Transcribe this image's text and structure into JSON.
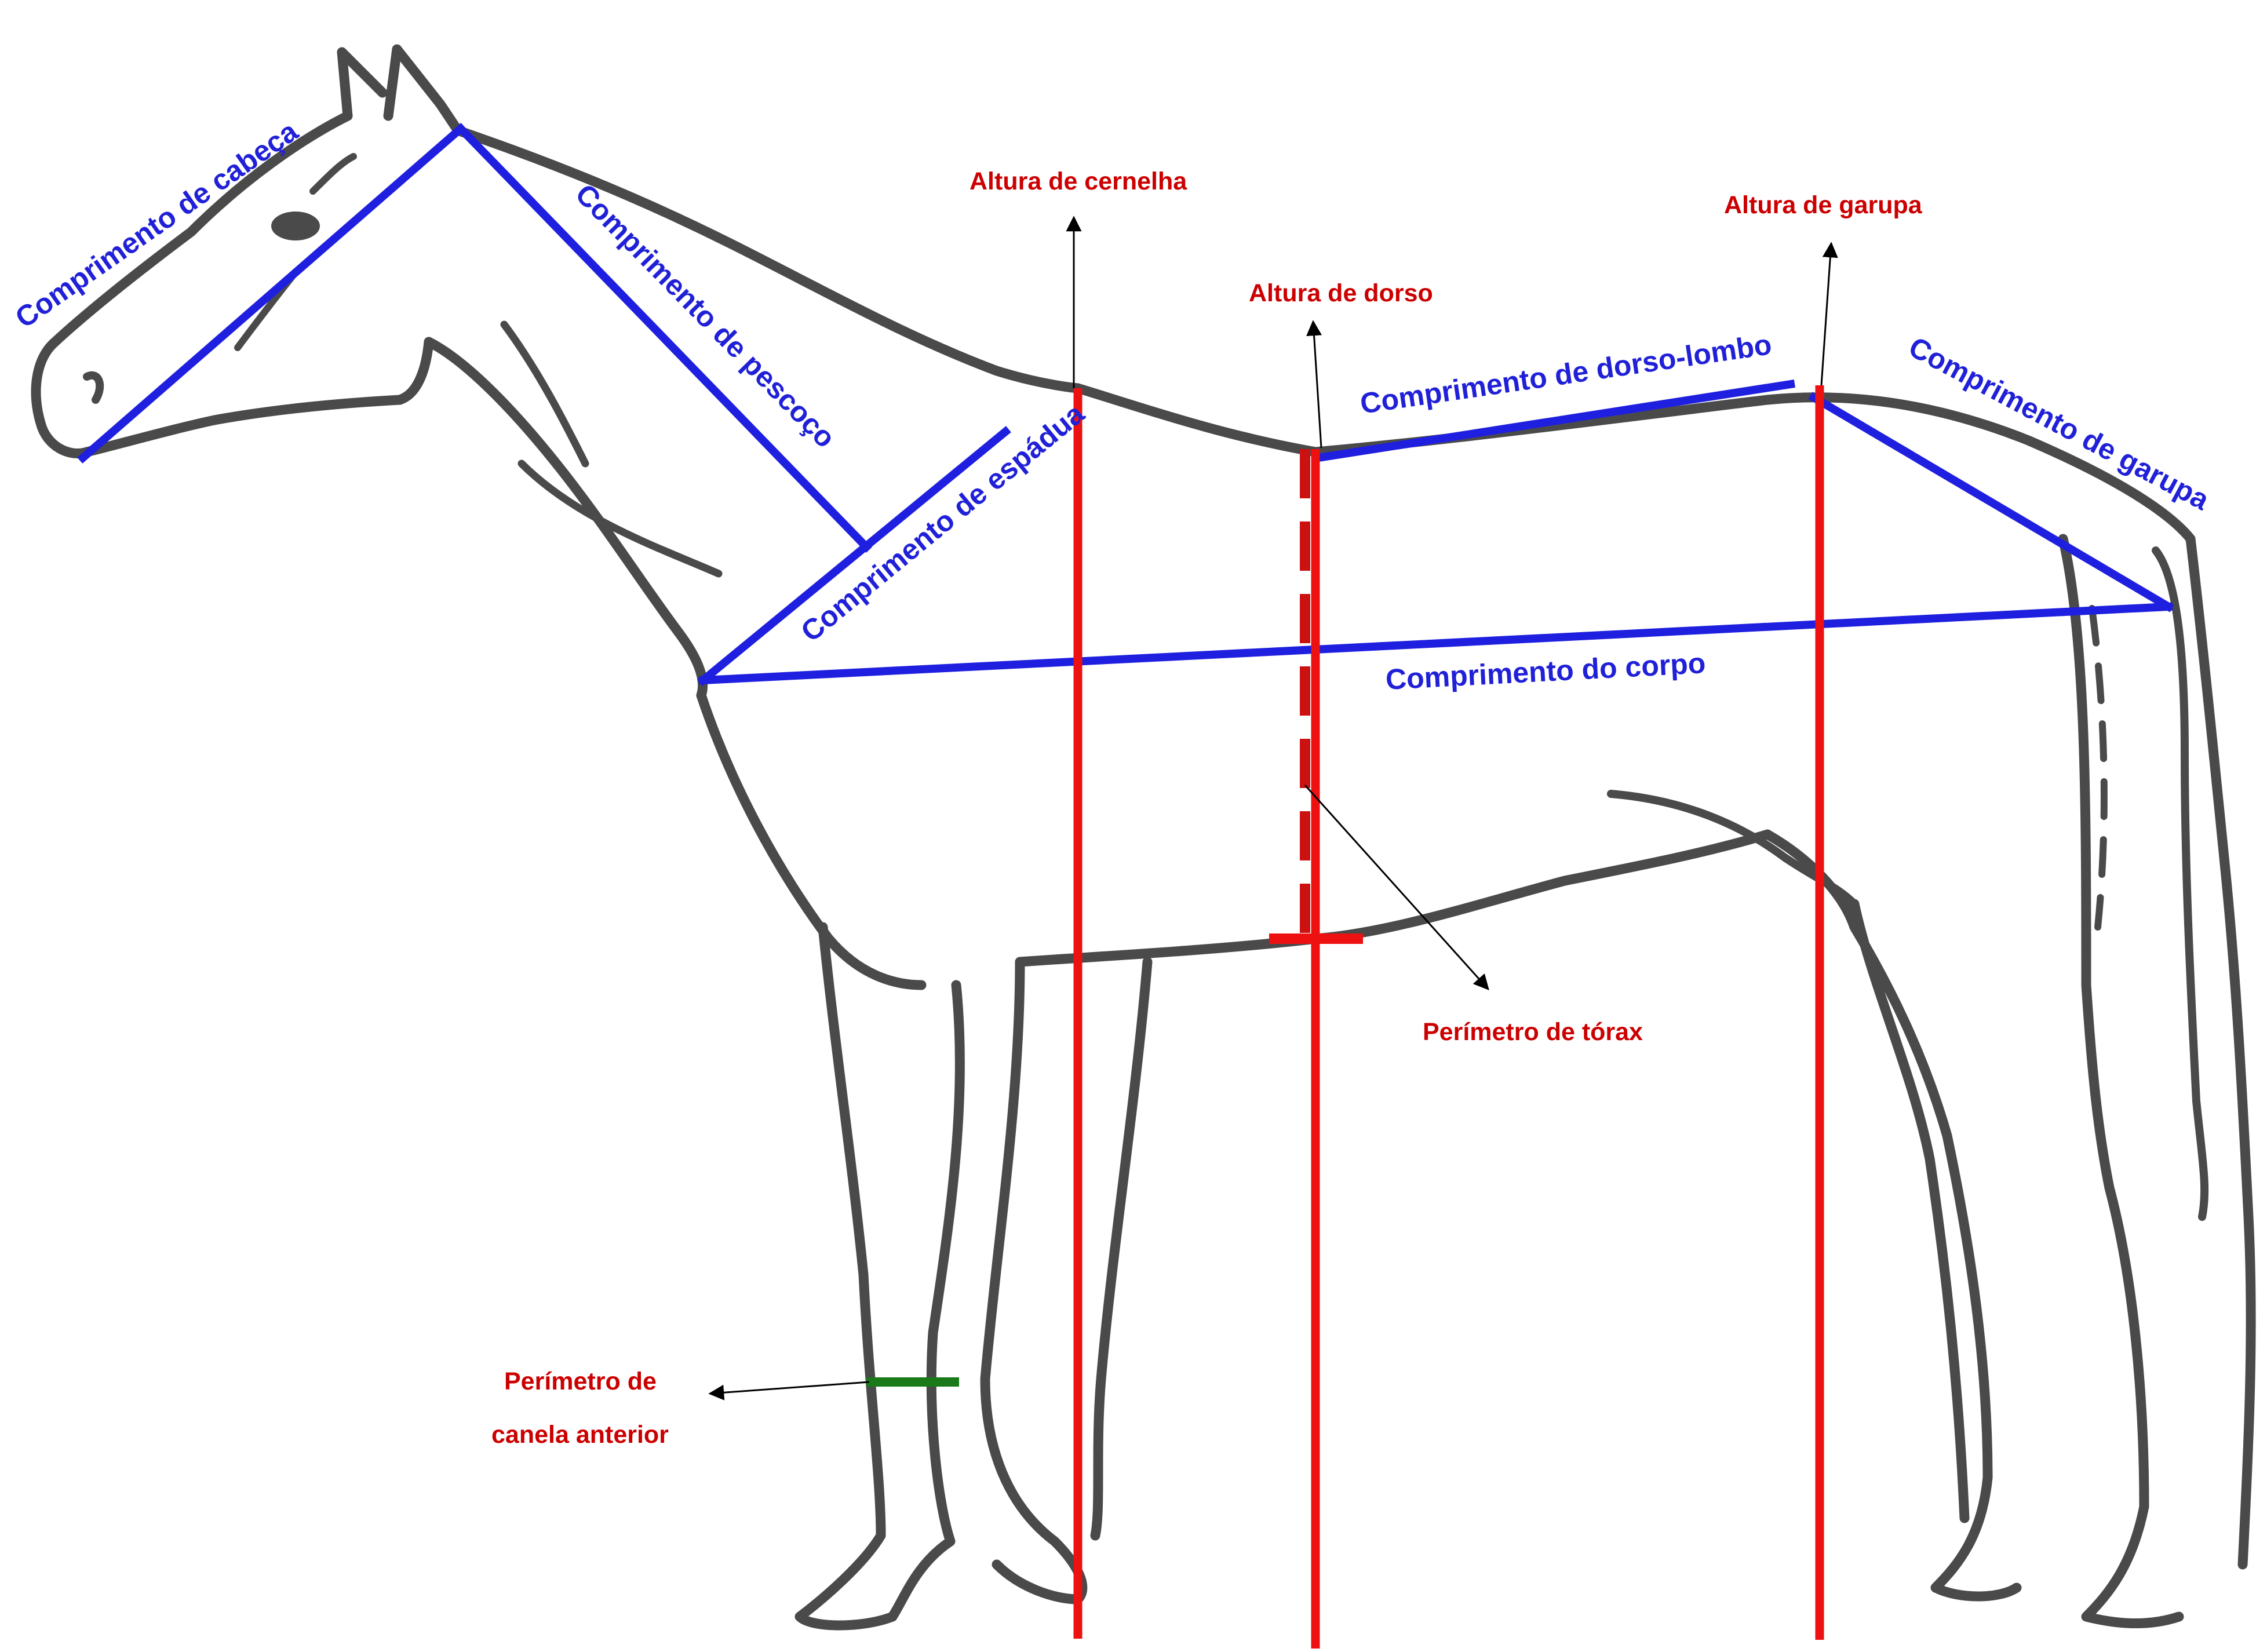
{
  "colors": {
    "outline": "#4a4a4a",
    "length_measure": "#1f1fe0",
    "height_measure": "#ee1111",
    "label_blue": "#2020d8",
    "label_red": "#cc0000",
    "cannon_measure": "#1a7a1a"
  },
  "labels": {
    "head_length": "Comprimento de cabeça",
    "neck_length": "Comprimento de  pescoço",
    "shoulder_length": "Comprimento de espádua",
    "back_loin_length": "Comprimento de dorso-lombo",
    "croup_length": "Comprimento de garupa",
    "body_length": "Comprimento do corpo",
    "withers_height": "Altura de cernelha",
    "back_height": "Altura de dorso",
    "croup_height": "Altura de garupa",
    "chest_girth": "Perímetro de tórax",
    "cannon_girth_line1": "Perímetro de",
    "cannon_girth_line2": "canela anterior"
  }
}
